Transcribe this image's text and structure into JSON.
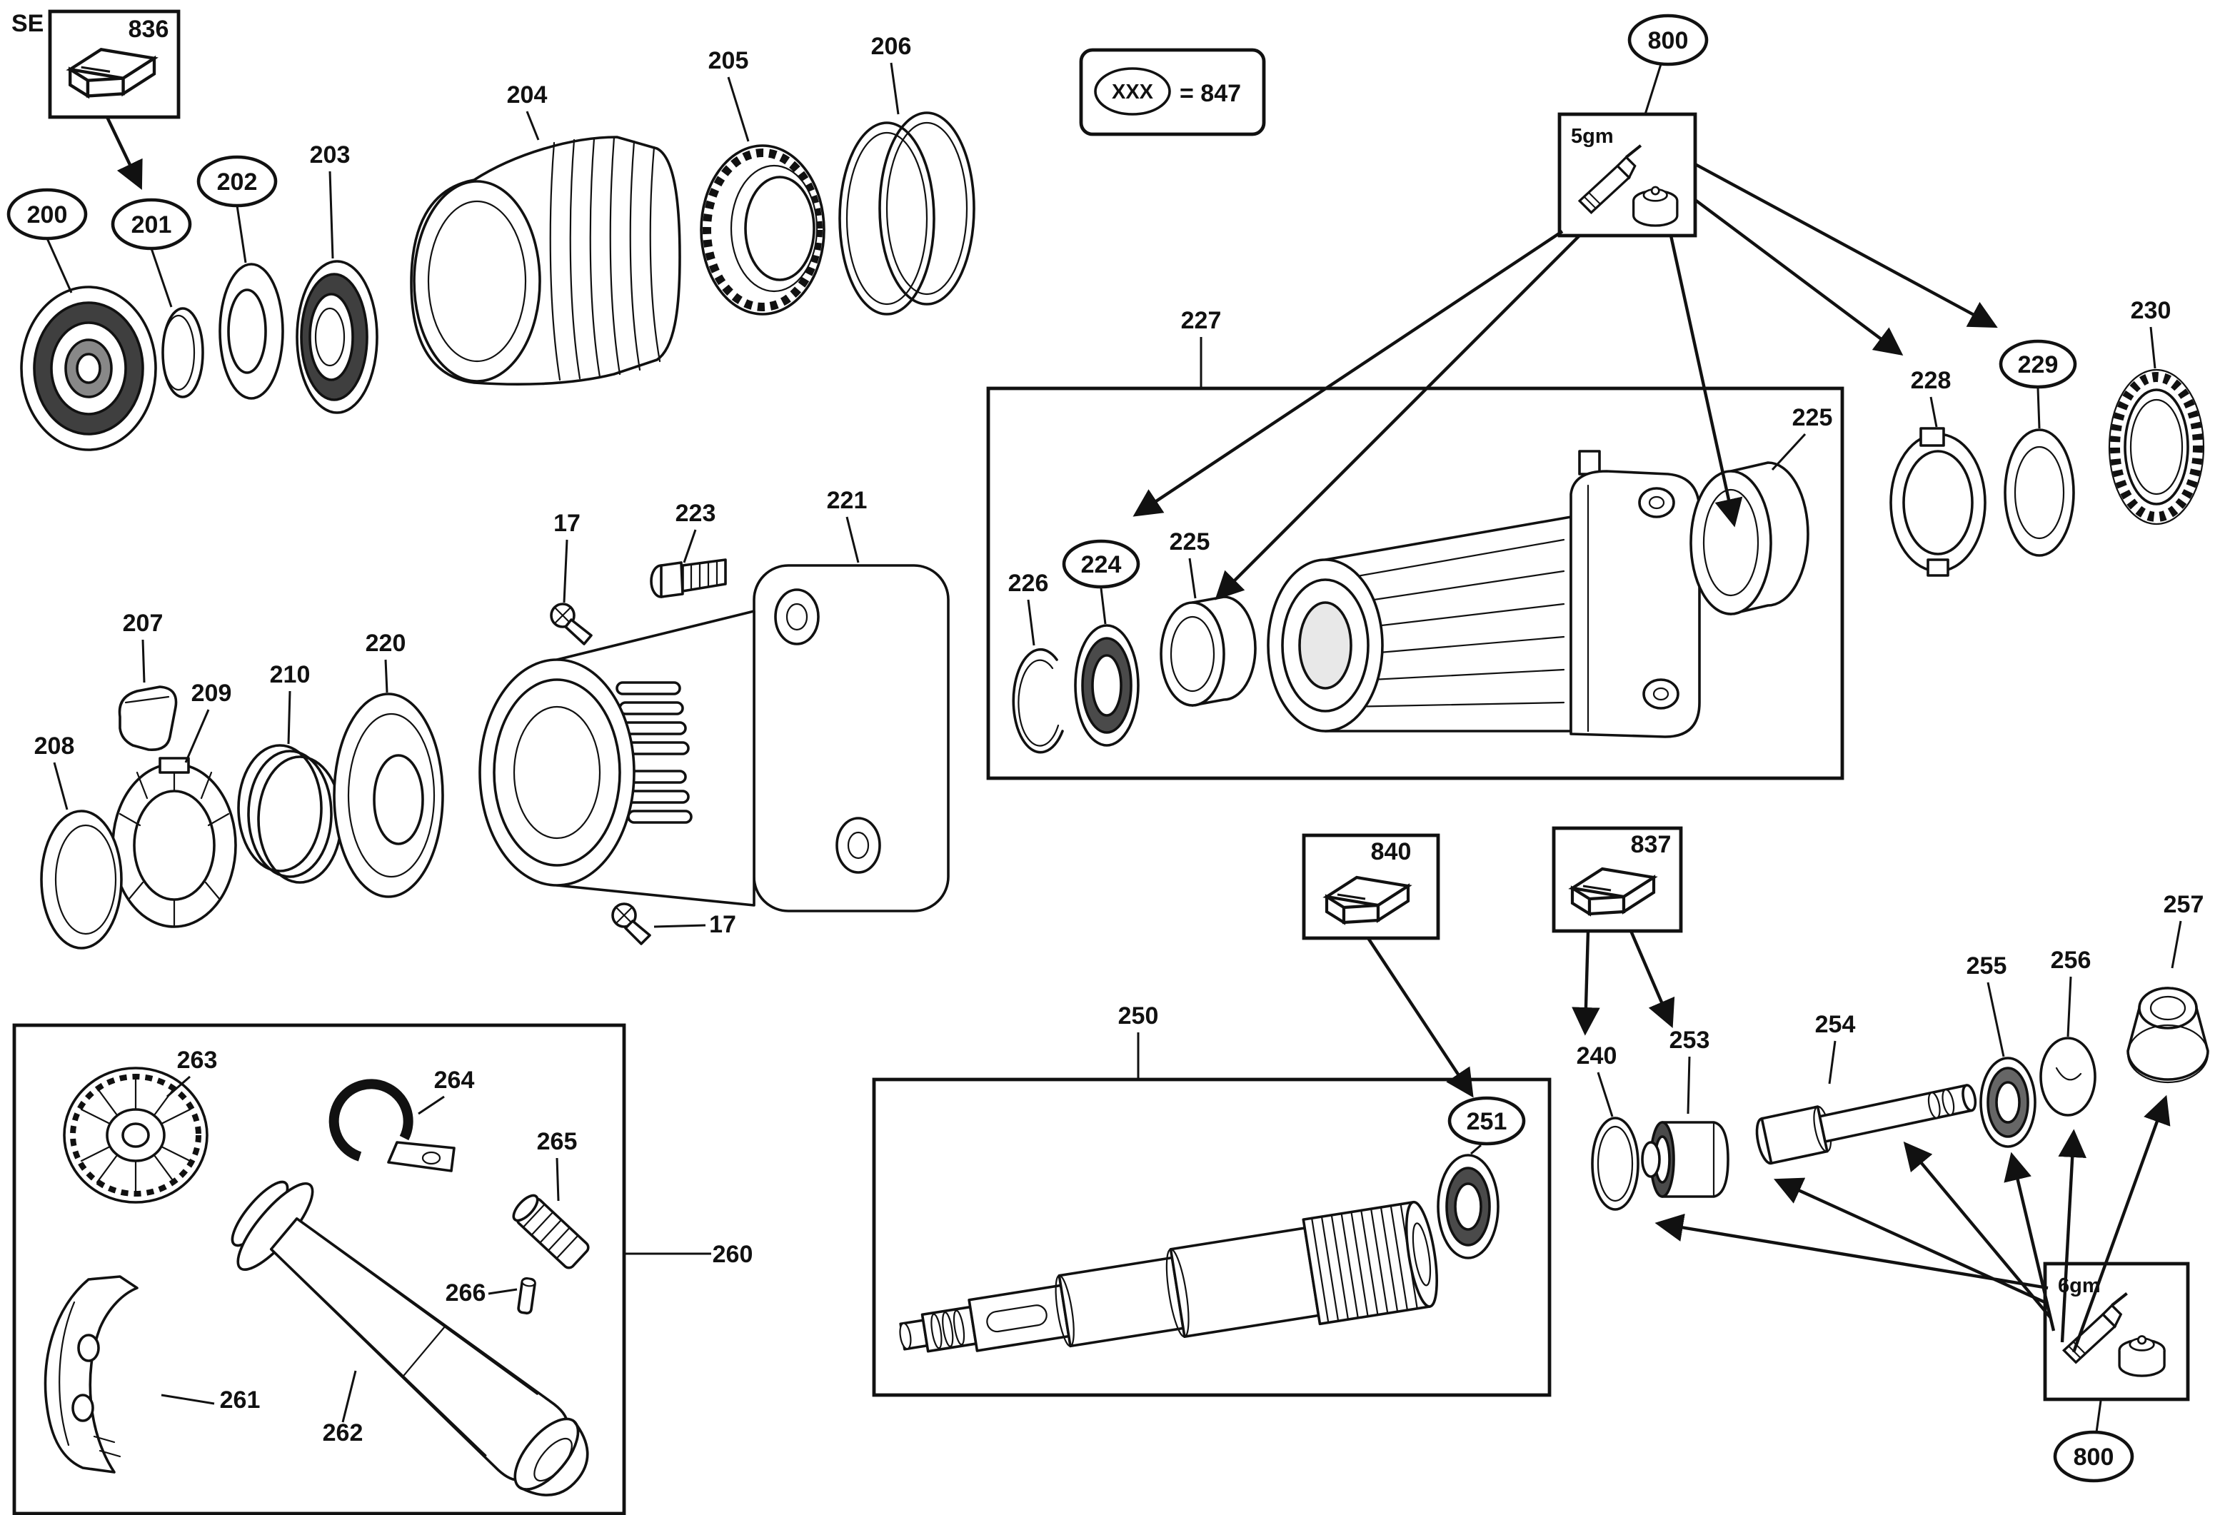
{
  "page": {
    "corner_label": "SE"
  },
  "legend": {
    "symbol": "XXX",
    "text": "= 847"
  },
  "labels": {
    "n836": "836",
    "n200": "200",
    "n201": "201",
    "n202": "202",
    "n203": "203",
    "n204": "204",
    "n205": "205",
    "n206": "206",
    "n800_top": "800",
    "g5": "5gm",
    "n227": "227",
    "n226": "226",
    "n224": "224",
    "n225a": "225",
    "n225b": "225",
    "n228": "228",
    "n229": "229",
    "n230": "230",
    "n17a": "17",
    "n223": "223",
    "n221": "221",
    "n207": "207",
    "n209": "209",
    "n210": "210",
    "n220": "220",
    "n208": "208",
    "n17b": "17",
    "n840": "840",
    "n837": "837",
    "n250": "250",
    "n251": "251",
    "n240": "240",
    "n253": "253",
    "n254": "254",
    "n255": "255",
    "n256": "256",
    "n257": "257",
    "n260": "260",
    "n263": "263",
    "n264": "264",
    "n265": "265",
    "n266": "266",
    "n261": "261",
    "n262": "262",
    "g6": "6gm",
    "n800_bottom": "800"
  },
  "colors": {
    "line": "#111111",
    "dark_fill": "#444444",
    "background": "#ffffff"
  }
}
